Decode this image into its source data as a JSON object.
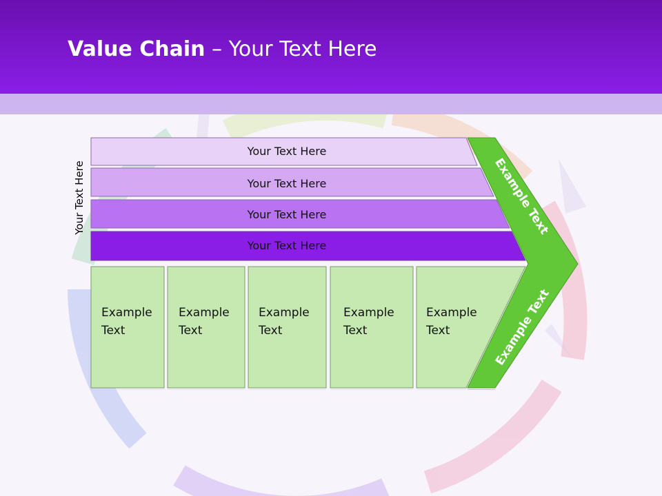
{
  "slide": {
    "title_bold": "Value Chain",
    "title_rest": " – Your Text Here",
    "side_label": "Your Text Here"
  },
  "support_bars": [
    {
      "label": "Your Text Here",
      "color": "#e9d2f8"
    },
    {
      "label": "Your Text Here",
      "color": "#d4a8f3"
    },
    {
      "label": "Your Text Here",
      "color": "#b972f2"
    },
    {
      "label": "Your Text Here",
      "color": "#8a1ee6"
    }
  ],
  "primary_boxes": [
    {
      "line1": "Example",
      "line2": "Text"
    },
    {
      "line1": "Example",
      "line2": "Text"
    },
    {
      "line1": "Example",
      "line2": "Text"
    },
    {
      "line1": "Example",
      "line2": "Text"
    },
    {
      "line1": "Example",
      "line2": "Text"
    }
  ],
  "margin_arrow": {
    "upper_label": "Example Text",
    "lower_label": "Example Text",
    "color": "#62c838"
  },
  "colors": {
    "header": "#8a1ee6",
    "box_fill": "#c5e9b0"
  }
}
